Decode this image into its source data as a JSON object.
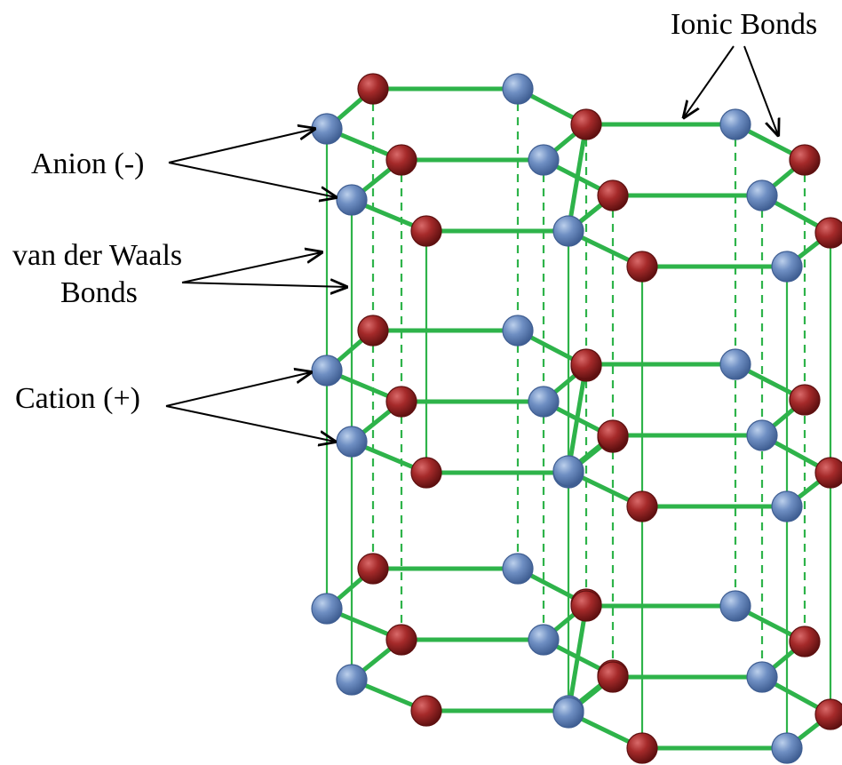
{
  "labels": {
    "ionic": "Ionic Bonds",
    "anion": "Anion (-)",
    "vdw_line1": "van der Waals",
    "vdw_line2": "Bonds",
    "cation": "Cation (+)"
  },
  "colors": {
    "bond": "#2eb34a",
    "anion_light": "#bcd0ec",
    "anion_base": "#6f8fc3",
    "anion_dark": "#3f5e92",
    "cation_light": "#d96a6a",
    "cation_base": "#a52a2a",
    "cation_dark": "#5e1010",
    "pointer": "#000000",
    "background": "#ffffff"
  },
  "structure": {
    "description_kind": "layered hexagonal ionic lattice",
    "columns": 2,
    "layers_per_column": 3,
    "atom_types": [
      "anion",
      "cation"
    ]
  }
}
